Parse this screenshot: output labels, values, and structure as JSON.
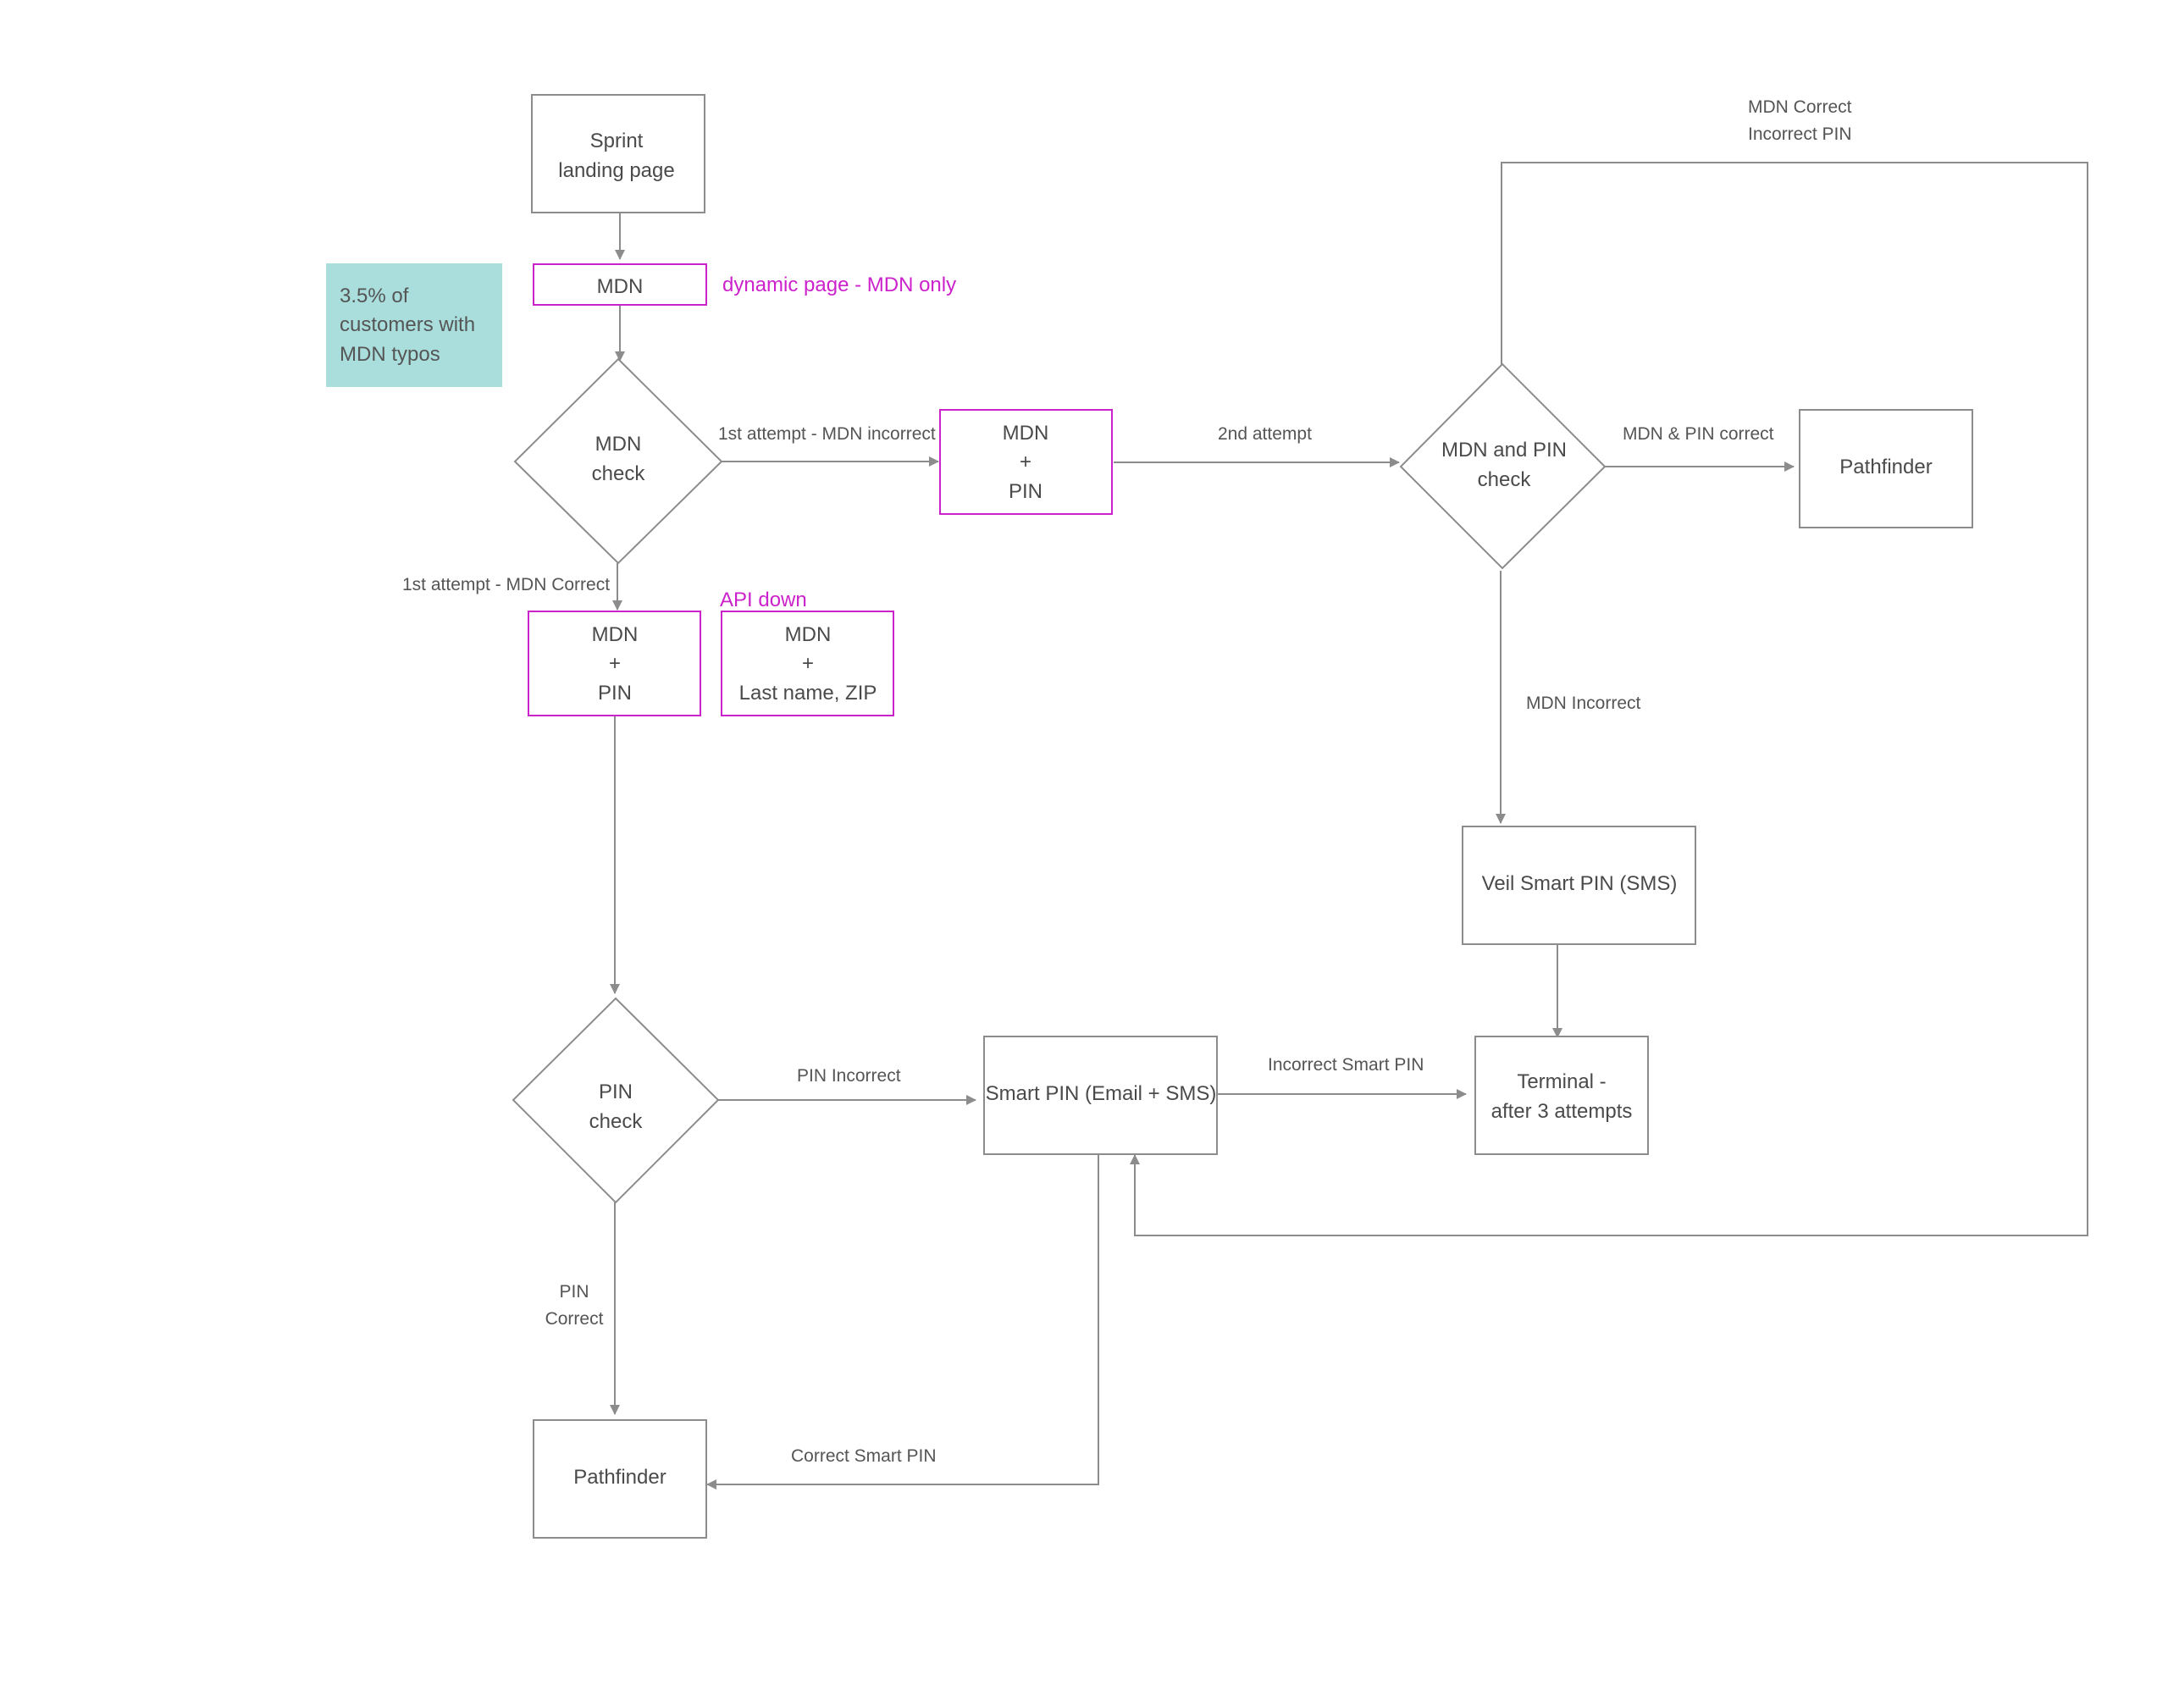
{
  "colors": {
    "stroke": "#8c8c8c",
    "highlight": "#cc22cc",
    "note_fill": "#a9dedd",
    "text": "#4a4a4a"
  },
  "nodes": {
    "sprint_landing": [
      "Sprint",
      "landing page"
    ],
    "mdn_input": "MDN",
    "mdn_check": [
      "MDN",
      "check"
    ],
    "mdn_pin_top": [
      "MDN",
      "+",
      "PIN"
    ],
    "mdn_pin_left": [
      "MDN",
      "+",
      "PIN"
    ],
    "mdn_lastname_zip": [
      "MDN",
      "+",
      "Last name, ZIP"
    ],
    "mdn_and_pin_check": [
      "MDN and PIN",
      "check"
    ],
    "pathfinder_top": "Pathfinder",
    "veil_smart_pin": "Veil Smart PIN (SMS)",
    "pin_check": [
      "PIN",
      "check"
    ],
    "smart_pin": "Smart PIN (Email + SMS)",
    "terminal": [
      "Terminal -",
      "after 3 attempts"
    ],
    "pathfinder_bottom": "Pathfinder"
  },
  "note": [
    "3.5%  of",
    "customers with",
    "MDN typos"
  ],
  "annotations": {
    "dynamic_page": "dynamic page - MDN only",
    "api_down": "API down"
  },
  "edge_labels": {
    "first_attempt_incorrect": "1st attempt - MDN incorrect",
    "first_attempt_correct": "1st attempt - MDN Correct",
    "second_attempt": "2nd attempt",
    "mdn_pin_correct": "MDN  & PIN correct",
    "mdn_correct_incorrect_pin": [
      "MDN Correct",
      "Incorrect PIN"
    ],
    "mdn_incorrect": "MDN Incorrect",
    "pin_incorrect": "PIN Incorrect",
    "incorrect_smart_pin": "Incorrect Smart PIN",
    "pin_correct": [
      "PIN",
      "Correct"
    ],
    "correct_smart_pin": "Correct Smart PIN"
  }
}
